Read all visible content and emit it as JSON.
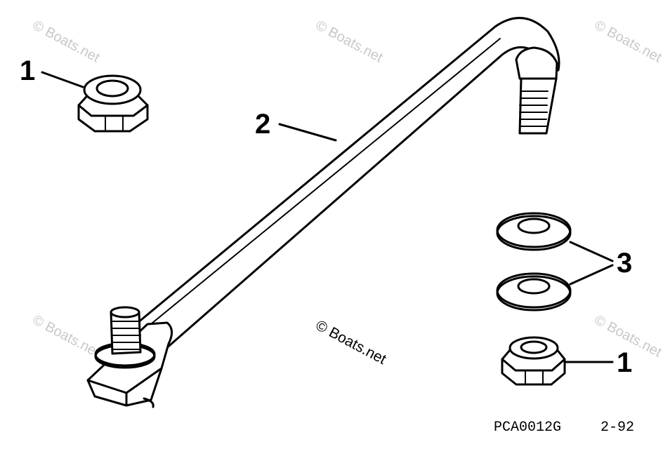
{
  "diagram": {
    "callouts": [
      {
        "id": "nut-top-left",
        "label": "1"
      },
      {
        "id": "link-rod",
        "label": "2"
      },
      {
        "id": "washers",
        "label": "3"
      },
      {
        "id": "nut-bottom-right",
        "label": "1"
      }
    ],
    "watermarks": {
      "corner_text": "© Boats.net",
      "center_text": "© Boats.net"
    },
    "footer": {
      "part_code": "PCA0012G",
      "date_code": "2-92"
    }
  }
}
